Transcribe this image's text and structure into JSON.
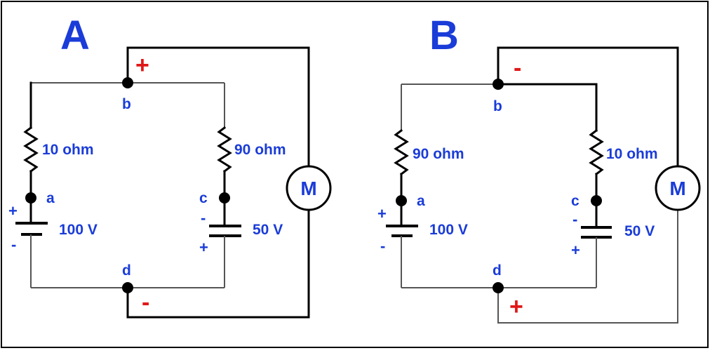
{
  "circuit_a": {
    "title": "A",
    "resistor_left": "10 ohm",
    "resistor_right": "90 ohm",
    "battery_left": "100 V",
    "battery_right": "50 V",
    "node_a": "a",
    "node_b": "b",
    "node_c": "c",
    "node_d": "d",
    "meter": "M",
    "meter_top_sign": "+",
    "meter_bottom_sign": "-",
    "battery_left_pos": "+",
    "battery_left_neg": "-",
    "battery_right_neg": "-",
    "battery_right_pos": "+"
  },
  "circuit_b": {
    "title": "B",
    "resistor_left": "90 ohm",
    "resistor_right": "10 ohm",
    "battery_left": "100 V",
    "battery_right": "50 V",
    "node_a": "a",
    "node_b": "b",
    "node_c": "c",
    "node_d": "d",
    "meter": "M",
    "meter_top_sign": "-",
    "meter_bottom_sign": "+",
    "battery_left_pos": "+",
    "battery_left_neg": "-",
    "battery_right_neg": "-",
    "battery_right_pos": "+"
  },
  "colors": {
    "label": "#1a3cd8",
    "meter_sign": "#e01818",
    "wire": "#000000"
  }
}
